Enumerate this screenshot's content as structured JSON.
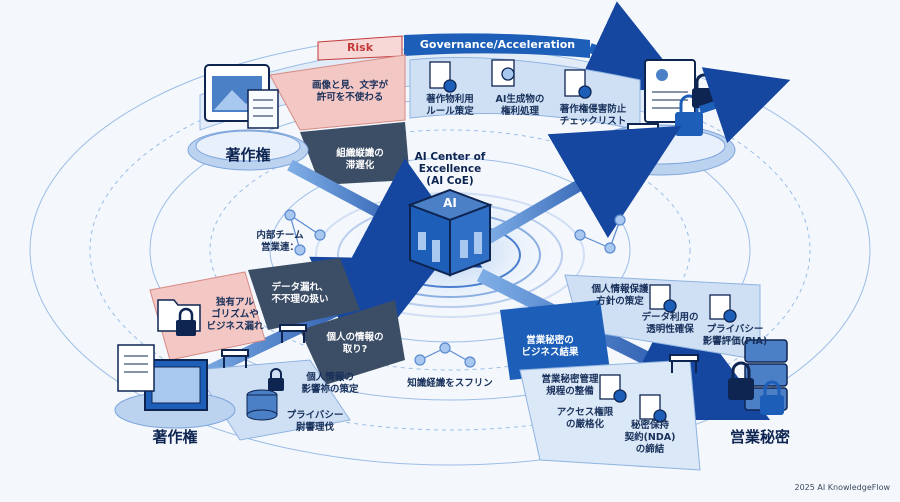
{
  "corner_labels": {
    "top_left": "著作権",
    "bottom_left": "著作権",
    "bottom_right": "営業秘密"
  },
  "banners": {
    "risk": "Risk",
    "governance": "Governance/Acceleration"
  },
  "center": {
    "title": "AI Center of\nExcellence\n(AI CoE)",
    "cube_text": "AI"
  },
  "risk_items": {
    "image_text": "画像と見、文字が\n許可を不使わる",
    "org_gap": "組織縦識の\n滞遅化",
    "internal_team": "内部チーム\n営業連：",
    "algorithm_leak": "独有アル\nゴリズムや\nビジネス漏れ",
    "data_leak": "データ漏れ、\n不不理の扱い",
    "personal_info": "個人の情報の\n取り?",
    "knowledge": "知識経識をスフリン"
  },
  "governance_items": {
    "usage_rules": "著作物利用\nルール策定",
    "ai_rights": "AI生成物の\n権利処理",
    "checklist": "著作権侵害防止\nチェックリスト",
    "privacy_policy": "個人情報保護\n方針の策定",
    "data_transparency": "データ利用の\n透明性確保",
    "pia": "プライバシー\n影響評価(PIA)",
    "trade_secret_results": "営業秘密の\nビジネス結果",
    "trade_secret_rules": "営業秘密管理\n規程の整備",
    "access_control": "アクセス権限\nの厳格化",
    "nda": "秘密保持\n契約(NDA)\nの締結",
    "pi_impact": "個人情報の\n影響祢の策定",
    "privacy_handling": "プライバシー\n尉響理伐"
  },
  "footer": {
    "copyright": "2025 AI KnowledgeFlow"
  },
  "colors": {
    "navy": "#0e2552",
    "blue": "#1d5fb8",
    "light_blue": "#dbe8f7",
    "risk_red": "#f3c7c4",
    "risk_text": "#c43a3a",
    "slate": "#3c4d66"
  }
}
